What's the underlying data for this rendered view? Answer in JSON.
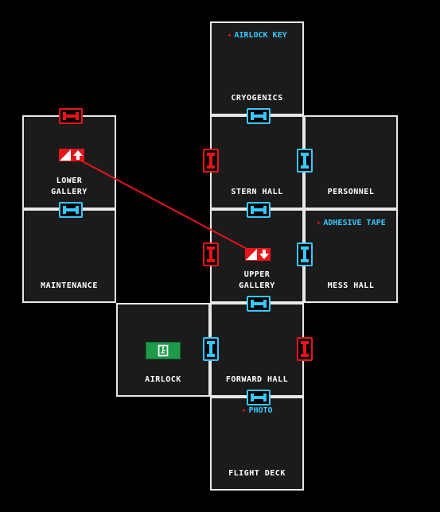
{
  "colors": {
    "locked": "#e8141a",
    "unlocked": "#37c8ff",
    "room_fill": "#1b1b1b",
    "wall": "#e8e8e8",
    "route": "#e8141a",
    "exit_sign": "#1e9a4a"
  },
  "rooms": {
    "cryogenics": {
      "label": "CRYOGENICS",
      "item": "AIRLOCK KEY"
    },
    "lower_gallery": {
      "label": "LOWER\nGALLERY"
    },
    "stern_hall": {
      "label": "STERN HALL"
    },
    "personnel": {
      "label": "PERSONNEL"
    },
    "maintenance": {
      "label": "MAINTENANCE"
    },
    "upper_gallery": {
      "label": "UPPER\nGALLERY"
    },
    "mess_hall": {
      "label": "MESS HALL",
      "item": "ADHESIVE TAPE"
    },
    "airlock": {
      "label": "AIRLOCK"
    },
    "forward_hall": {
      "label": "FORWARD HALL"
    },
    "flight_deck": {
      "label": "FLIGHT DECK",
      "item": "PHOTO"
    }
  },
  "doors": {
    "lower_gallery_top": {
      "state": "locked",
      "icon": "door-icon"
    },
    "cryogenics_stern": {
      "state": "unlocked",
      "icon": "door-icon"
    },
    "lower_gallery_maintenance": {
      "state": "unlocked",
      "icon": "door-icon"
    },
    "stern_upper": {
      "state": "unlocked",
      "icon": "door-icon"
    },
    "upper_forward": {
      "state": "unlocked",
      "icon": "door-icon"
    },
    "forward_flight": {
      "state": "unlocked",
      "icon": "door-icon"
    },
    "lower_gallery_stern": {
      "state": "locked",
      "icon": "door-icon"
    },
    "stern_personnel": {
      "state": "unlocked",
      "icon": "door-icon"
    },
    "maintenance_upper": {
      "state": "locked",
      "icon": "door-icon"
    },
    "upper_mess": {
      "state": "unlocked",
      "icon": "door-icon"
    },
    "airlock_forward": {
      "state": "unlocked",
      "icon": "door-icon"
    },
    "forward_east": {
      "state": "locked",
      "icon": "door-icon"
    }
  },
  "markers": {
    "lower_gallery": {
      "icon": "stairs-up-icon"
    },
    "upper_gallery": {
      "icon": "stairs-down-icon"
    }
  },
  "exit_sign": {
    "icon": "emergency-exit-icon"
  }
}
